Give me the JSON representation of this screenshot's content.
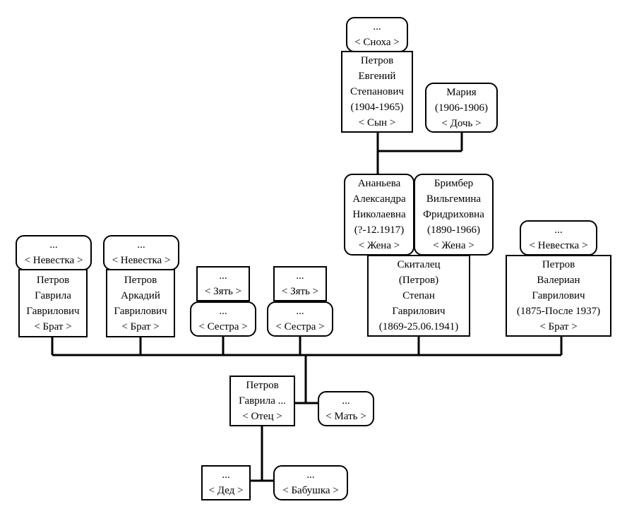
{
  "nodes": {
    "snokha": {
      "lines": [
        "...",
        "< Сноха >"
      ],
      "rounded": true
    },
    "evgeniy": {
      "lines": [
        "Петров",
        "Евгений",
        "Степанович",
        "(1904-1965)",
        "< Сын >"
      ],
      "rounded": false
    },
    "maria": {
      "lines": [
        "Мария",
        "(1906-1906)",
        "< Дочь >"
      ],
      "rounded": true
    },
    "ananyeva": {
      "lines": [
        "Ананьева",
        "Александра",
        "Николаевна",
        "(?-12.1917)",
        "< Жена >"
      ],
      "rounded": true
    },
    "brimber": {
      "lines": [
        "Бримбер",
        "Вильгемина",
        "Фридриховна",
        "(1890-1966)",
        "< Жена >"
      ],
      "rounded": true
    },
    "nevestka1": {
      "lines": [
        "...",
        "< Невестка >"
      ],
      "rounded": true
    },
    "nevestka2": {
      "lines": [
        "...",
        "< Невестка >"
      ],
      "rounded": true
    },
    "nevestka3": {
      "lines": [
        "...",
        "< Невестка >"
      ],
      "rounded": true
    },
    "zyat1": {
      "lines": [
        "...",
        "< Зять >"
      ],
      "rounded": false
    },
    "zyat2": {
      "lines": [
        "...",
        "< Зять >"
      ],
      "rounded": false
    },
    "sestra1": {
      "lines": [
        "...",
        "< Сестра >"
      ],
      "rounded": true
    },
    "sestra2": {
      "lines": [
        "...",
        "< Сестра >"
      ],
      "rounded": true
    },
    "gavrila_brat": {
      "lines": [
        "Петров",
        "Гаврила",
        "Гаврилович",
        "< Брат >"
      ],
      "rounded": false
    },
    "arkadiy": {
      "lines": [
        "Петров",
        "Аркадий",
        "Гаврилович",
        "< Брат >"
      ],
      "rounded": false
    },
    "stepan": {
      "lines": [
        "Скиталец",
        "(Петров)",
        "Степан",
        "Гаврилович",
        "(1869-25.06.1941)"
      ],
      "rounded": false
    },
    "valerian": {
      "lines": [
        "Петров",
        "Валериан",
        "Гаврилович",
        "(1875-После 1937)",
        "< Брат >"
      ],
      "rounded": false
    },
    "otets": {
      "lines": [
        "Петров",
        "Гаврила ...",
        "< Отец >"
      ],
      "rounded": false
    },
    "mat": {
      "lines": [
        "...",
        "< Мать >"
      ],
      "rounded": true
    },
    "ded": {
      "lines": [
        "...",
        "< Дед >"
      ],
      "rounded": false
    },
    "babushka": {
      "lines": [
        "...",
        "< Бабушка >"
      ],
      "rounded": true
    }
  }
}
